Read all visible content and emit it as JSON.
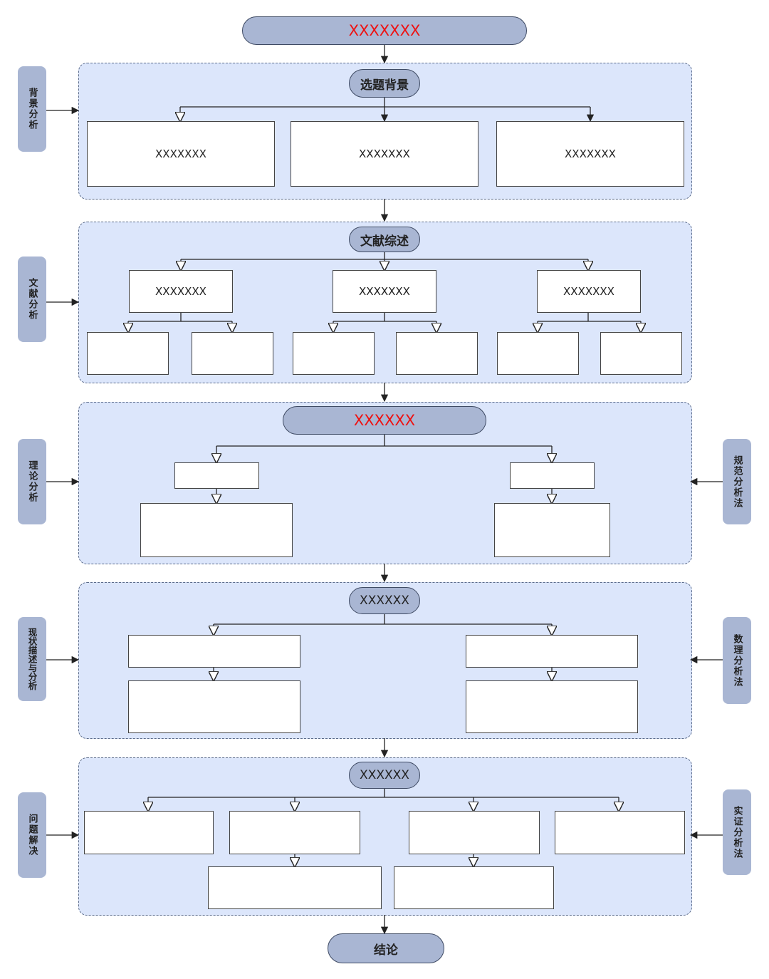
{
  "top_title": "XXXXXXX",
  "conclusion": "结论",
  "colors": {
    "lane_fill": "#dce6fb",
    "pill_fill": "#a9b6d3",
    "title_red": "#ee1111"
  },
  "sections": [
    {
      "side_left": "背景分析",
      "header": "选题背景",
      "row1": [
        "XXXXXXX",
        "XXXXXXX",
        "XXXXXXX"
      ]
    },
    {
      "side_left": "文献分析",
      "header": "文献综述",
      "row1": [
        "XXXXXXX",
        "XXXXXXX",
        "XXXXXXX"
      ]
    },
    {
      "side_left": "理论分析",
      "side_right": "规范分析法",
      "header": "XXXXXX"
    },
    {
      "side_left": "现状描述与分析",
      "side_right": "数理分析法",
      "header": "XXXXXX"
    },
    {
      "side_left": "问题解决",
      "side_right": "实证分析法",
      "header": "XXXXXX"
    }
  ]
}
